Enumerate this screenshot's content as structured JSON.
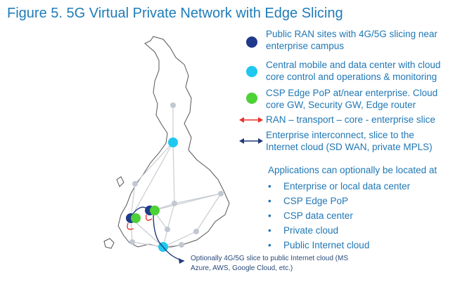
{
  "title": "Figure 5. 5G Virtual Private Network with Edge Slicing",
  "colors": {
    "title": "#1e7cb9",
    "text": "#1f77b4",
    "public_ran": "#1f3a8a",
    "central_dc": "#1ec8f0",
    "csp_edge": "#4cd137",
    "ran_slice_arrow": "#e8302a",
    "enterprise_arrow": "#1f3a7a",
    "node_grey": "#c2c8d2"
  },
  "legend": [
    {
      "icon": "dark-blue-dot",
      "text": "Public RAN sites with 4G/5G slicing near enterprise campus"
    },
    {
      "icon": "cyan-dot",
      "text": "Central mobile and data center with cloud core control and operations & monitoring"
    },
    {
      "icon": "green-dot",
      "text": "CSP Edge PoP at/near enterprise. Cloud core GW, Security GW, Edge router"
    },
    {
      "icon": "red-double-arrow",
      "text": "RAN – transport – core - enterprise slice"
    },
    {
      "icon": "navy-double-arrow",
      "text": "Enterprise interconnect, slice to the Internet cloud (SD WAN, private MPLS)"
    }
  ],
  "applications": {
    "heading": "Applications can optionally be located at",
    "items": [
      "Enterprise or local data center",
      "CSP Edge PoP",
      "CSP data center",
      "Private cloud",
      "Public Internet cloud"
    ]
  },
  "note": "Optionally 4G/5G slice to public Internet cloud (MS Azure,  AWS, Google Cloud, etc.)"
}
